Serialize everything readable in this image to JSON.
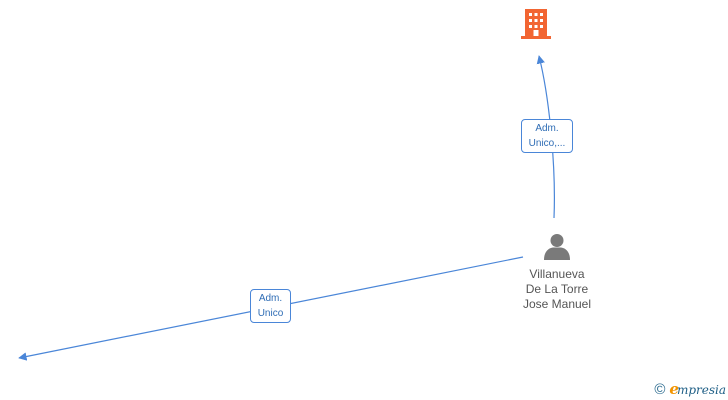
{
  "colors": {
    "edge": "#4a86d8",
    "company_icon": "#f26532",
    "person_icon": "#7a7a7a",
    "label_text": "#2f6db5"
  },
  "nodes": {
    "company": {
      "icon": "building-icon"
    },
    "person": {
      "icon": "person-icon",
      "name_lines": [
        "Villanueva",
        "De La Torre",
        "Jose Manuel"
      ]
    }
  },
  "edges": {
    "to_company": {
      "label_lines": [
        "Adm.",
        "Unico,..."
      ]
    },
    "to_left": {
      "label_lines": [
        "Adm.",
        "Unico"
      ]
    }
  },
  "watermark": {
    "copyright_symbol": "©",
    "brand_initial": "e",
    "brand_rest": "mpresia"
  }
}
